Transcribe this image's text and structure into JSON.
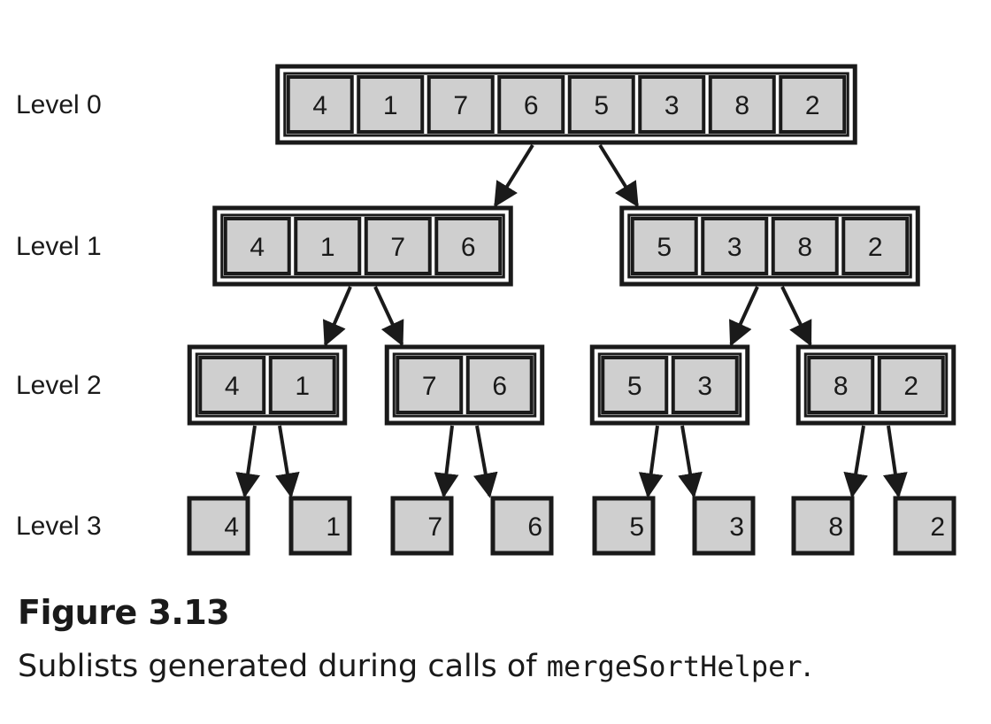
{
  "figure": {
    "title": "Figure 3.13",
    "caption_prefix": "Sublists generated during calls of ",
    "caption_code": "mergeSortHelper",
    "caption_suffix": "."
  },
  "levels": [
    {
      "label": "Level 0",
      "sublists": [
        [
          4,
          1,
          7,
          6,
          5,
          3,
          8,
          2
        ]
      ]
    },
    {
      "label": "Level 1",
      "sublists": [
        [
          4,
          1,
          7,
          6
        ],
        [
          5,
          3,
          8,
          2
        ]
      ]
    },
    {
      "label": "Level 2",
      "sublists": [
        [
          4,
          1
        ],
        [
          7,
          6
        ],
        [
          5,
          3
        ],
        [
          8,
          2
        ]
      ]
    },
    {
      "label": "Level 3",
      "sublists": [
        [
          4
        ],
        [
          1
        ],
        [
          7
        ],
        [
          6
        ],
        [
          5
        ],
        [
          3
        ],
        [
          8
        ],
        [
          2
        ]
      ]
    }
  ],
  "colors": {
    "cell_fill": "#cfcfcf",
    "stroke": "#1a1a1a",
    "background": "#ffffff"
  }
}
